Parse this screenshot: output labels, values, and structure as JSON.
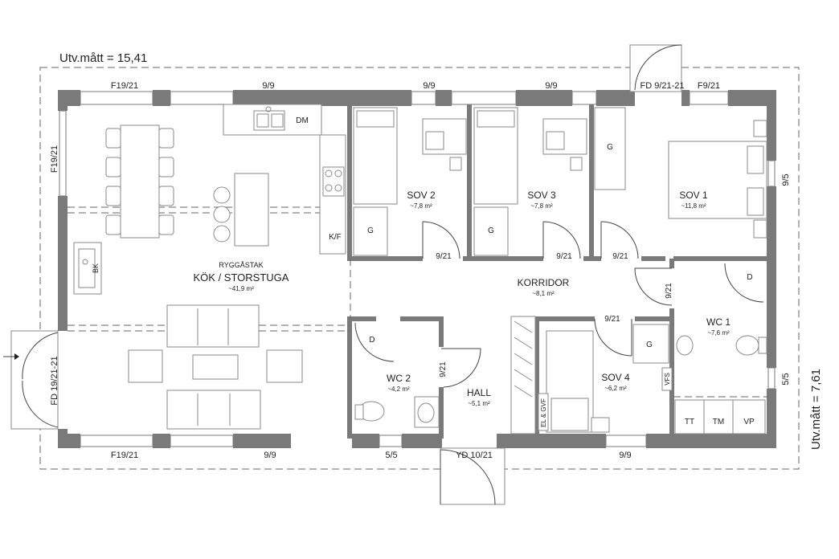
{
  "dimensions": {
    "width_label": "Utv.mått = 15,41",
    "depth_label": "Utv.mått = 7,61"
  },
  "rooms": [
    {
      "id": "kitchen",
      "sub": "RYGGÅSTAK",
      "name": "KÖK / STORSTUGA",
      "area": "~41,9 m²"
    },
    {
      "id": "sov2",
      "name": "SOV 2",
      "area": "~7,8 m²"
    },
    {
      "id": "sov3",
      "name": "SOV 3",
      "area": "~7,8 m²"
    },
    {
      "id": "sov1",
      "name": "SOV 1",
      "area": "~11,8 m²"
    },
    {
      "id": "korridor",
      "name": "KORRIDOR",
      "area": "~8,1 m²"
    },
    {
      "id": "wc1",
      "name": "WC 1",
      "area": "~7,6 m²"
    },
    {
      "id": "wc2",
      "name": "WC 2",
      "area": "~4,2 m²"
    },
    {
      "id": "hall",
      "name": "HALL",
      "area": "~5,1 m²"
    },
    {
      "id": "sov4",
      "name": "SOV 4",
      "area": "~6,2 m²"
    }
  ],
  "openings": {
    "top": [
      "F19/21",
      "9/9",
      "9/9",
      "9/9",
      "FD 9/21-21",
      "F9/21"
    ],
    "bottom": [
      "F19/21",
      "9/9",
      "5/5",
      "YD 10/21",
      "9/9"
    ],
    "left_window": "F19/21",
    "left_door": "FD 19/21-21",
    "right": [
      "9/5",
      "5/5"
    ],
    "doors": [
      "9/21",
      "9/21",
      "9/21",
      "9/21",
      "9/21",
      "9/21"
    ]
  },
  "fixtures": {
    "dm": "DM",
    "kf": "K/F",
    "bk": "BK",
    "g": "G",
    "d": "D",
    "vfs": "VFS",
    "el_gvf": "EL & GVF",
    "tt": "TT",
    "tm": "TM",
    "vp": "VP"
  }
}
